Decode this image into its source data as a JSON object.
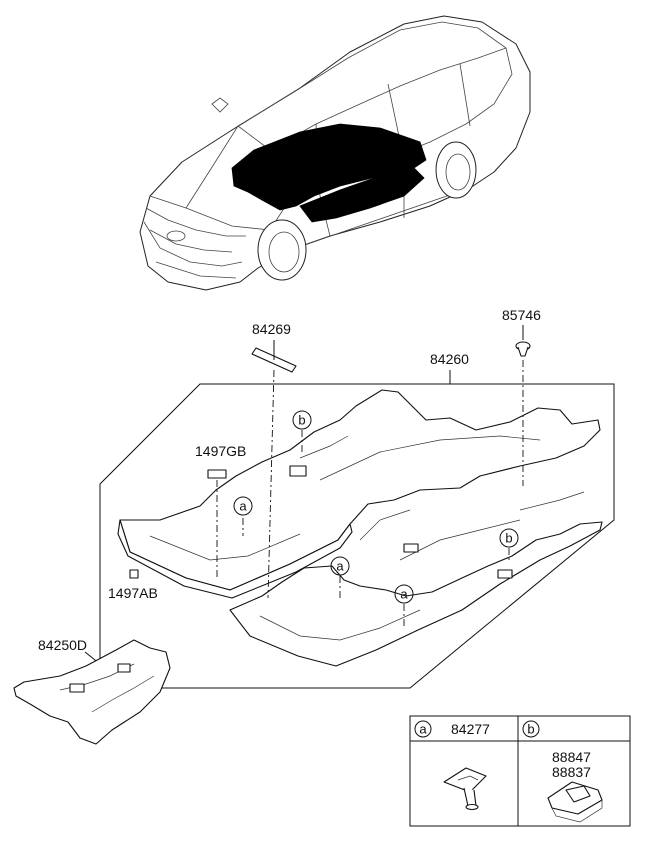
{
  "parts": {
    "p84269": "84269",
    "p85746": "85746",
    "p84260": "84260",
    "p1497GB": "1497GB",
    "p1497AB": "1497AB",
    "p84250D": "84250D"
  },
  "callouts": {
    "a": "a",
    "b": "b"
  },
  "legend": {
    "a_key": "a",
    "a_part": "84277",
    "b_key": "b",
    "b_part1": "88847",
    "b_part2": "88837"
  }
}
